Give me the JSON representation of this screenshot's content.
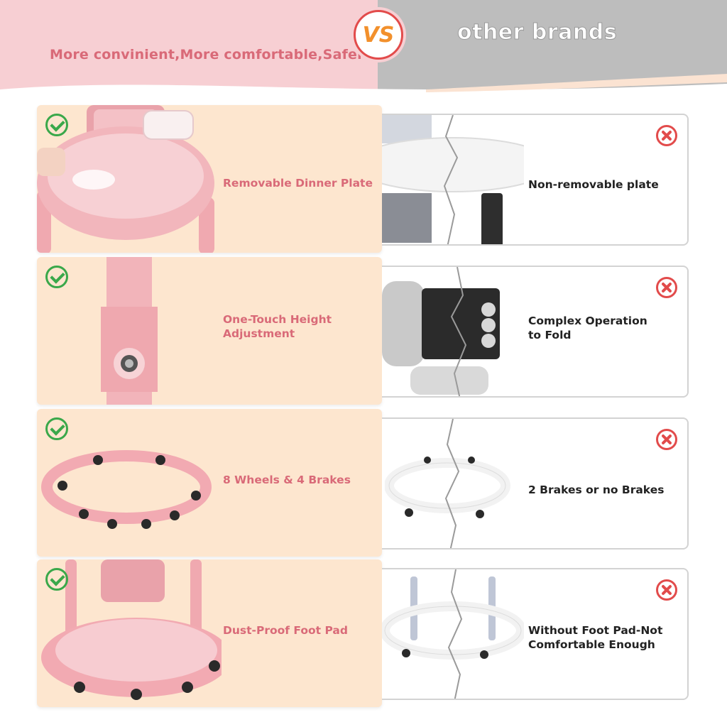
{
  "header": {
    "tagline": "More convinient,More comfortable,Safer",
    "vs_label": "VS",
    "other_label": "other brands"
  },
  "colors": {
    "accent_pink": "#d96a78",
    "check_green": "#3aa84a",
    "cross_red": "#e24b4b",
    "card_peach": "#fde6cf",
    "header_pink": "#f7cfd3",
    "header_grey": "#bdbdbd"
  },
  "rows": [
    {
      "ours": "Removable Dinner Plate",
      "theirs": "Non-removable plate",
      "ours_icon": "check-icon",
      "theirs_icon": "cross-icon"
    },
    {
      "ours": "One-Touch Height Adjustment",
      "ours_line1": "One-Touch Height",
      "ours_line2": "Adjustment",
      "theirs_line1": "Complex Operation",
      "theirs_line2": "to Fold",
      "ours_icon": "check-icon",
      "theirs_icon": "cross-icon"
    },
    {
      "ours": "8 Wheels & 4 Brakes",
      "theirs": "2 Brakes or no Brakes",
      "ours_icon": "check-icon",
      "theirs_icon": "cross-icon"
    },
    {
      "ours": "Dust-Proof Foot Pad",
      "theirs_line1": "Without Foot Pad-Not",
      "theirs_line2": "Comfortable Enough",
      "ours_icon": "check-icon",
      "theirs_icon": "cross-icon"
    }
  ]
}
